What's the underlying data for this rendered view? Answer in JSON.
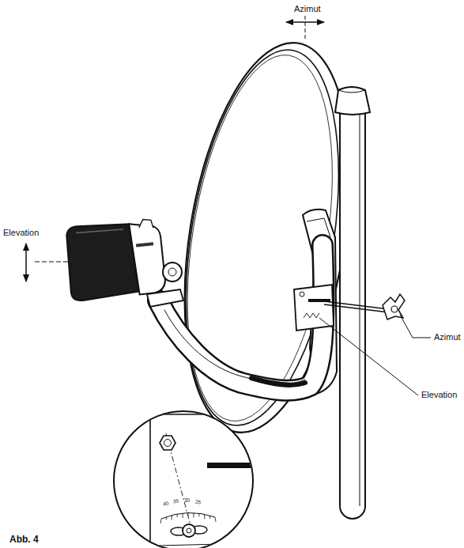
{
  "diagram": {
    "caption": "Abb. 4",
    "labels": [
      "Azimut",
      "Elevation",
      "Azimut",
      "Elevation",
      "40",
      "35",
      "30",
      "25"
    ]
  }
}
